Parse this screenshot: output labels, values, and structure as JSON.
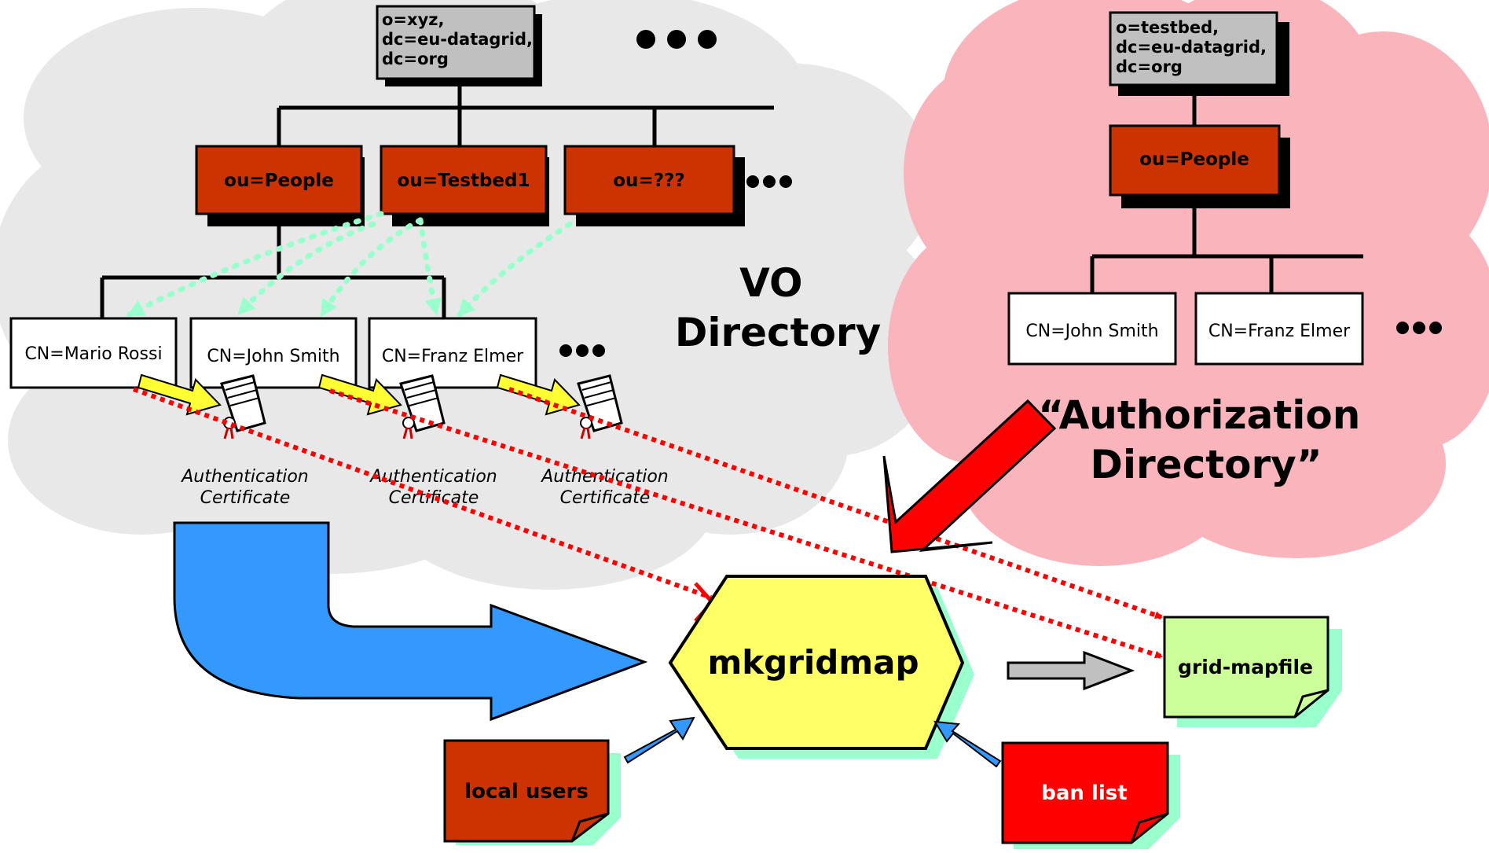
{
  "vo": {
    "root_lines": [
      "o=xyz,",
      "dc=eu-datagrid,",
      "dc=org"
    ],
    "ous": [
      "ou=People",
      "ou=Testbed1",
      "ou=???"
    ],
    "cns": [
      "CN=Mario Rossi",
      "CN=John Smith",
      "CN=Franz Elmer"
    ],
    "label_lines": [
      "VO",
      "Directory"
    ],
    "cert_label_lines": [
      "Authentication",
      "Certificate"
    ],
    "ellipsis": "•••"
  },
  "auth": {
    "root_lines": [
      "o=testbed,",
      "dc=eu-datagrid,",
      "dc=org"
    ],
    "ou": "ou=People",
    "cns": [
      "CN=John Smith",
      "CN=Franz Elmer"
    ],
    "label_lines": [
      "“Authorization",
      "Directory”"
    ],
    "ellipsis": "•••"
  },
  "flow": {
    "mkgridmap": "mkgridmap",
    "gridmapfile": "grid-mapfile",
    "local_users": "local users",
    "ban_list": "ban list"
  },
  "colors": {
    "vo_cloud": "#e8e8e8",
    "auth_cloud": "#f9b4bc",
    "ou_box": "#cc3300",
    "root_box": "#c0c0c0",
    "hexagon": "#ffff66",
    "gridmapfile": "#ccff99",
    "ban_list": "#ff0000",
    "shadow": "#99ffcc",
    "blue_arrow": "#3399ff",
    "red_arrow": "#ff0000",
    "cert_arrow": "#ffff33",
    "dotted_green": "#99ffcc",
    "dotted_red": "#ff0000"
  }
}
